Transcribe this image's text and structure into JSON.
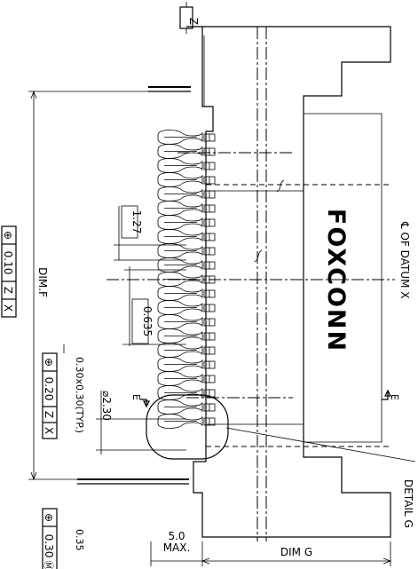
{
  "drawing": {
    "brand_logo": "FOXCONN",
    "datum_z": "Z",
    "centerline_label": "℄ OF DATUM X",
    "detail_label": "DETAIL G",
    "section_mark_left": "E",
    "section_mark_right": "E",
    "dim_f": "DIM.F",
    "dim_g": "DIM G",
    "pitch": "1.27",
    "half_pitch": "0.635",
    "hole_dia": "⌀2.30",
    "pad_size": "0.30x0.30(TYP.)",
    "max_height_value": "5.0",
    "max_height_suffix": "MAX.",
    "offset_value": "0.35",
    "fcf_outer": {
      "symbol": "⊕",
      "tolerance": "0.10",
      "datum1": "Z",
      "datum2": "X"
    },
    "fcf_pad": {
      "symbol": "⊕",
      "tolerance": "0.20",
      "datum1": "Z",
      "datum2": "X"
    },
    "fcf_bottom": {
      "symbol": "⊕",
      "tolerance": "0.30",
      "modifier": "Ⓜ"
    }
  }
}
